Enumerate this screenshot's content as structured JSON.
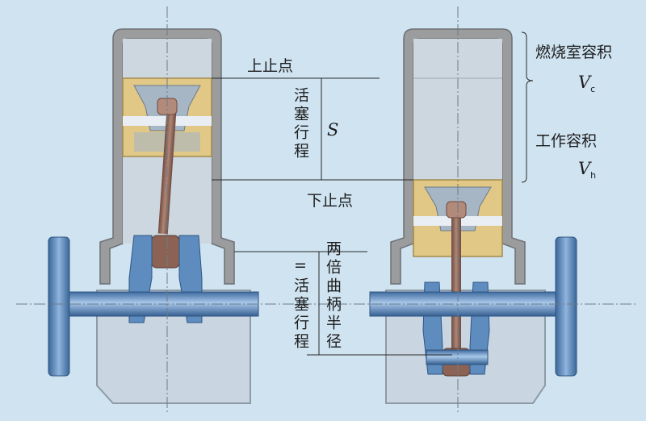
{
  "labels": {
    "tdc": "上止点",
    "bdc": "下止点",
    "piston_stroke": "活塞行程",
    "stroke_symbol": "S",
    "combustion_chamber_volume": "燃烧室容积",
    "vc_symbol": "V",
    "vc_subscript": "c",
    "working_volume": "工作容积",
    "vh_symbol": "V",
    "vh_subscript": "h",
    "twice_crank_radius": "两倍曲柄半径",
    "equals_piston_stroke": "=活塞行程"
  },
  "colors": {
    "background": "#cfe3f1",
    "cylinder_wall": "#9a9c9e",
    "cylinder_inner": "#cdd7df",
    "piston_body": "#e2c886",
    "piston_inner": "#a7b6c4",
    "connecting_rod": "#8b6254",
    "crankshaft": "#5e8cbf",
    "flywheel": "#4977aa",
    "crankcase": "#c9d6e1"
  }
}
